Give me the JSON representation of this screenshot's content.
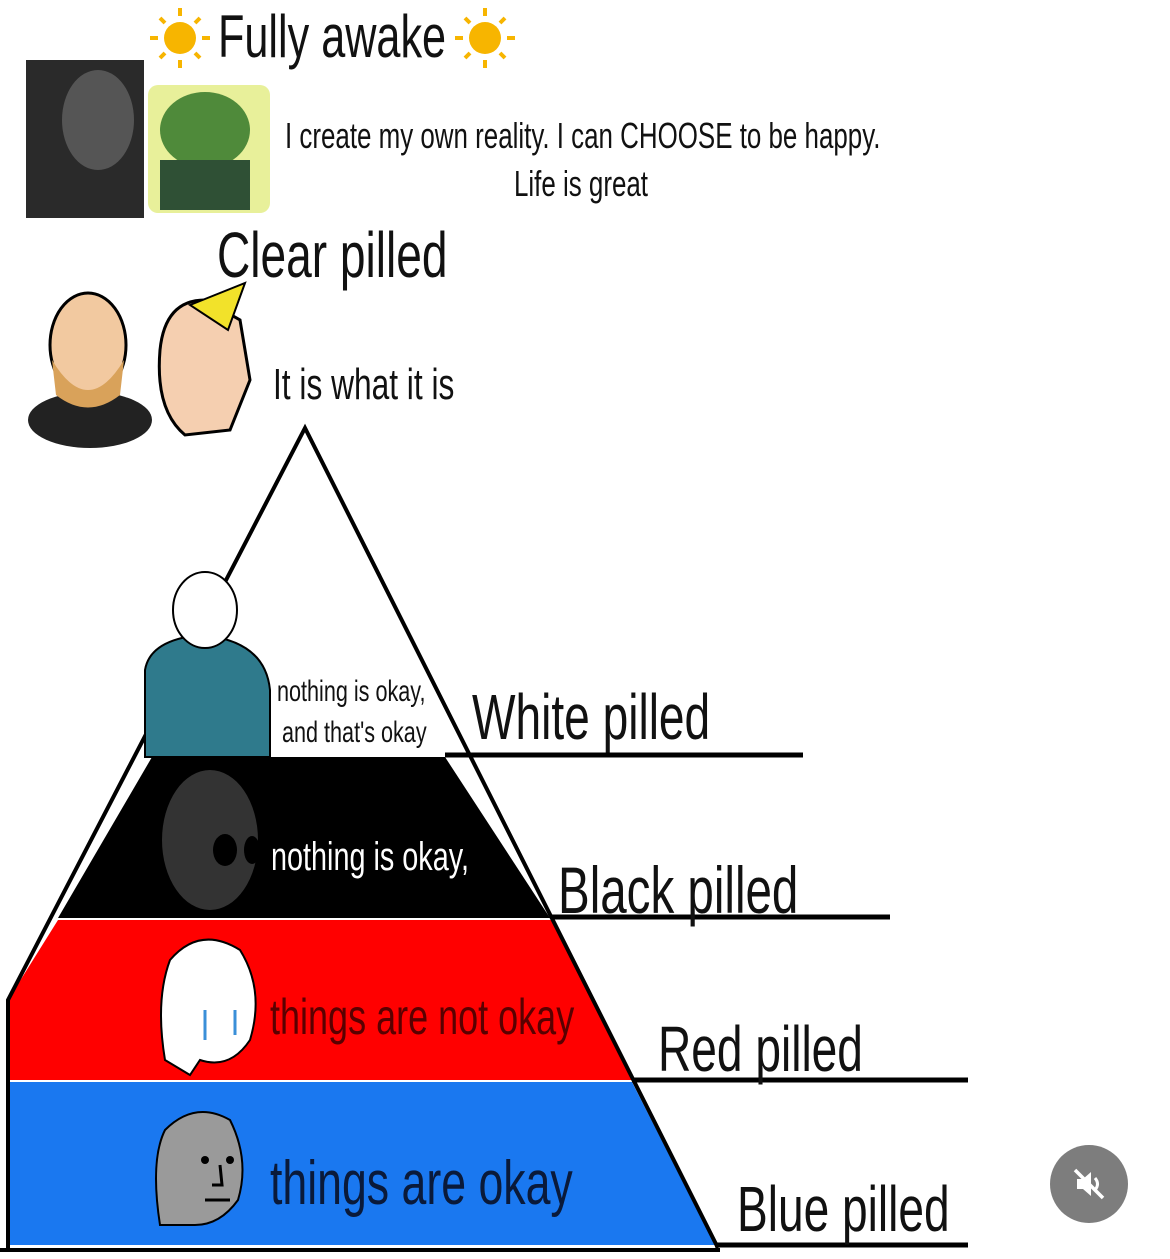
{
  "top": {
    "title": "Fully awake",
    "quote_line1": "I create my own reality. I can CHOOSE to be happy.",
    "quote_line2": "Life is great"
  },
  "clear": {
    "title": "Clear pilled",
    "quote": "It is what it is"
  },
  "tiers": [
    {
      "label": "White pilled",
      "quote_line1": "nothing is okay,",
      "quote_line2": "and that's okay",
      "color": "#ffffff"
    },
    {
      "label": "Black pilled",
      "quote": "nothing is okay,",
      "color": "#000000"
    },
    {
      "label": "Red pilled",
      "quote": "things are not okay",
      "color": "#ff0000"
    },
    {
      "label": "Blue pilled",
      "quote": "things are okay",
      "color": "#1a78f0"
    }
  ],
  "controls": {
    "mute_icon": "speaker-muted-icon"
  }
}
